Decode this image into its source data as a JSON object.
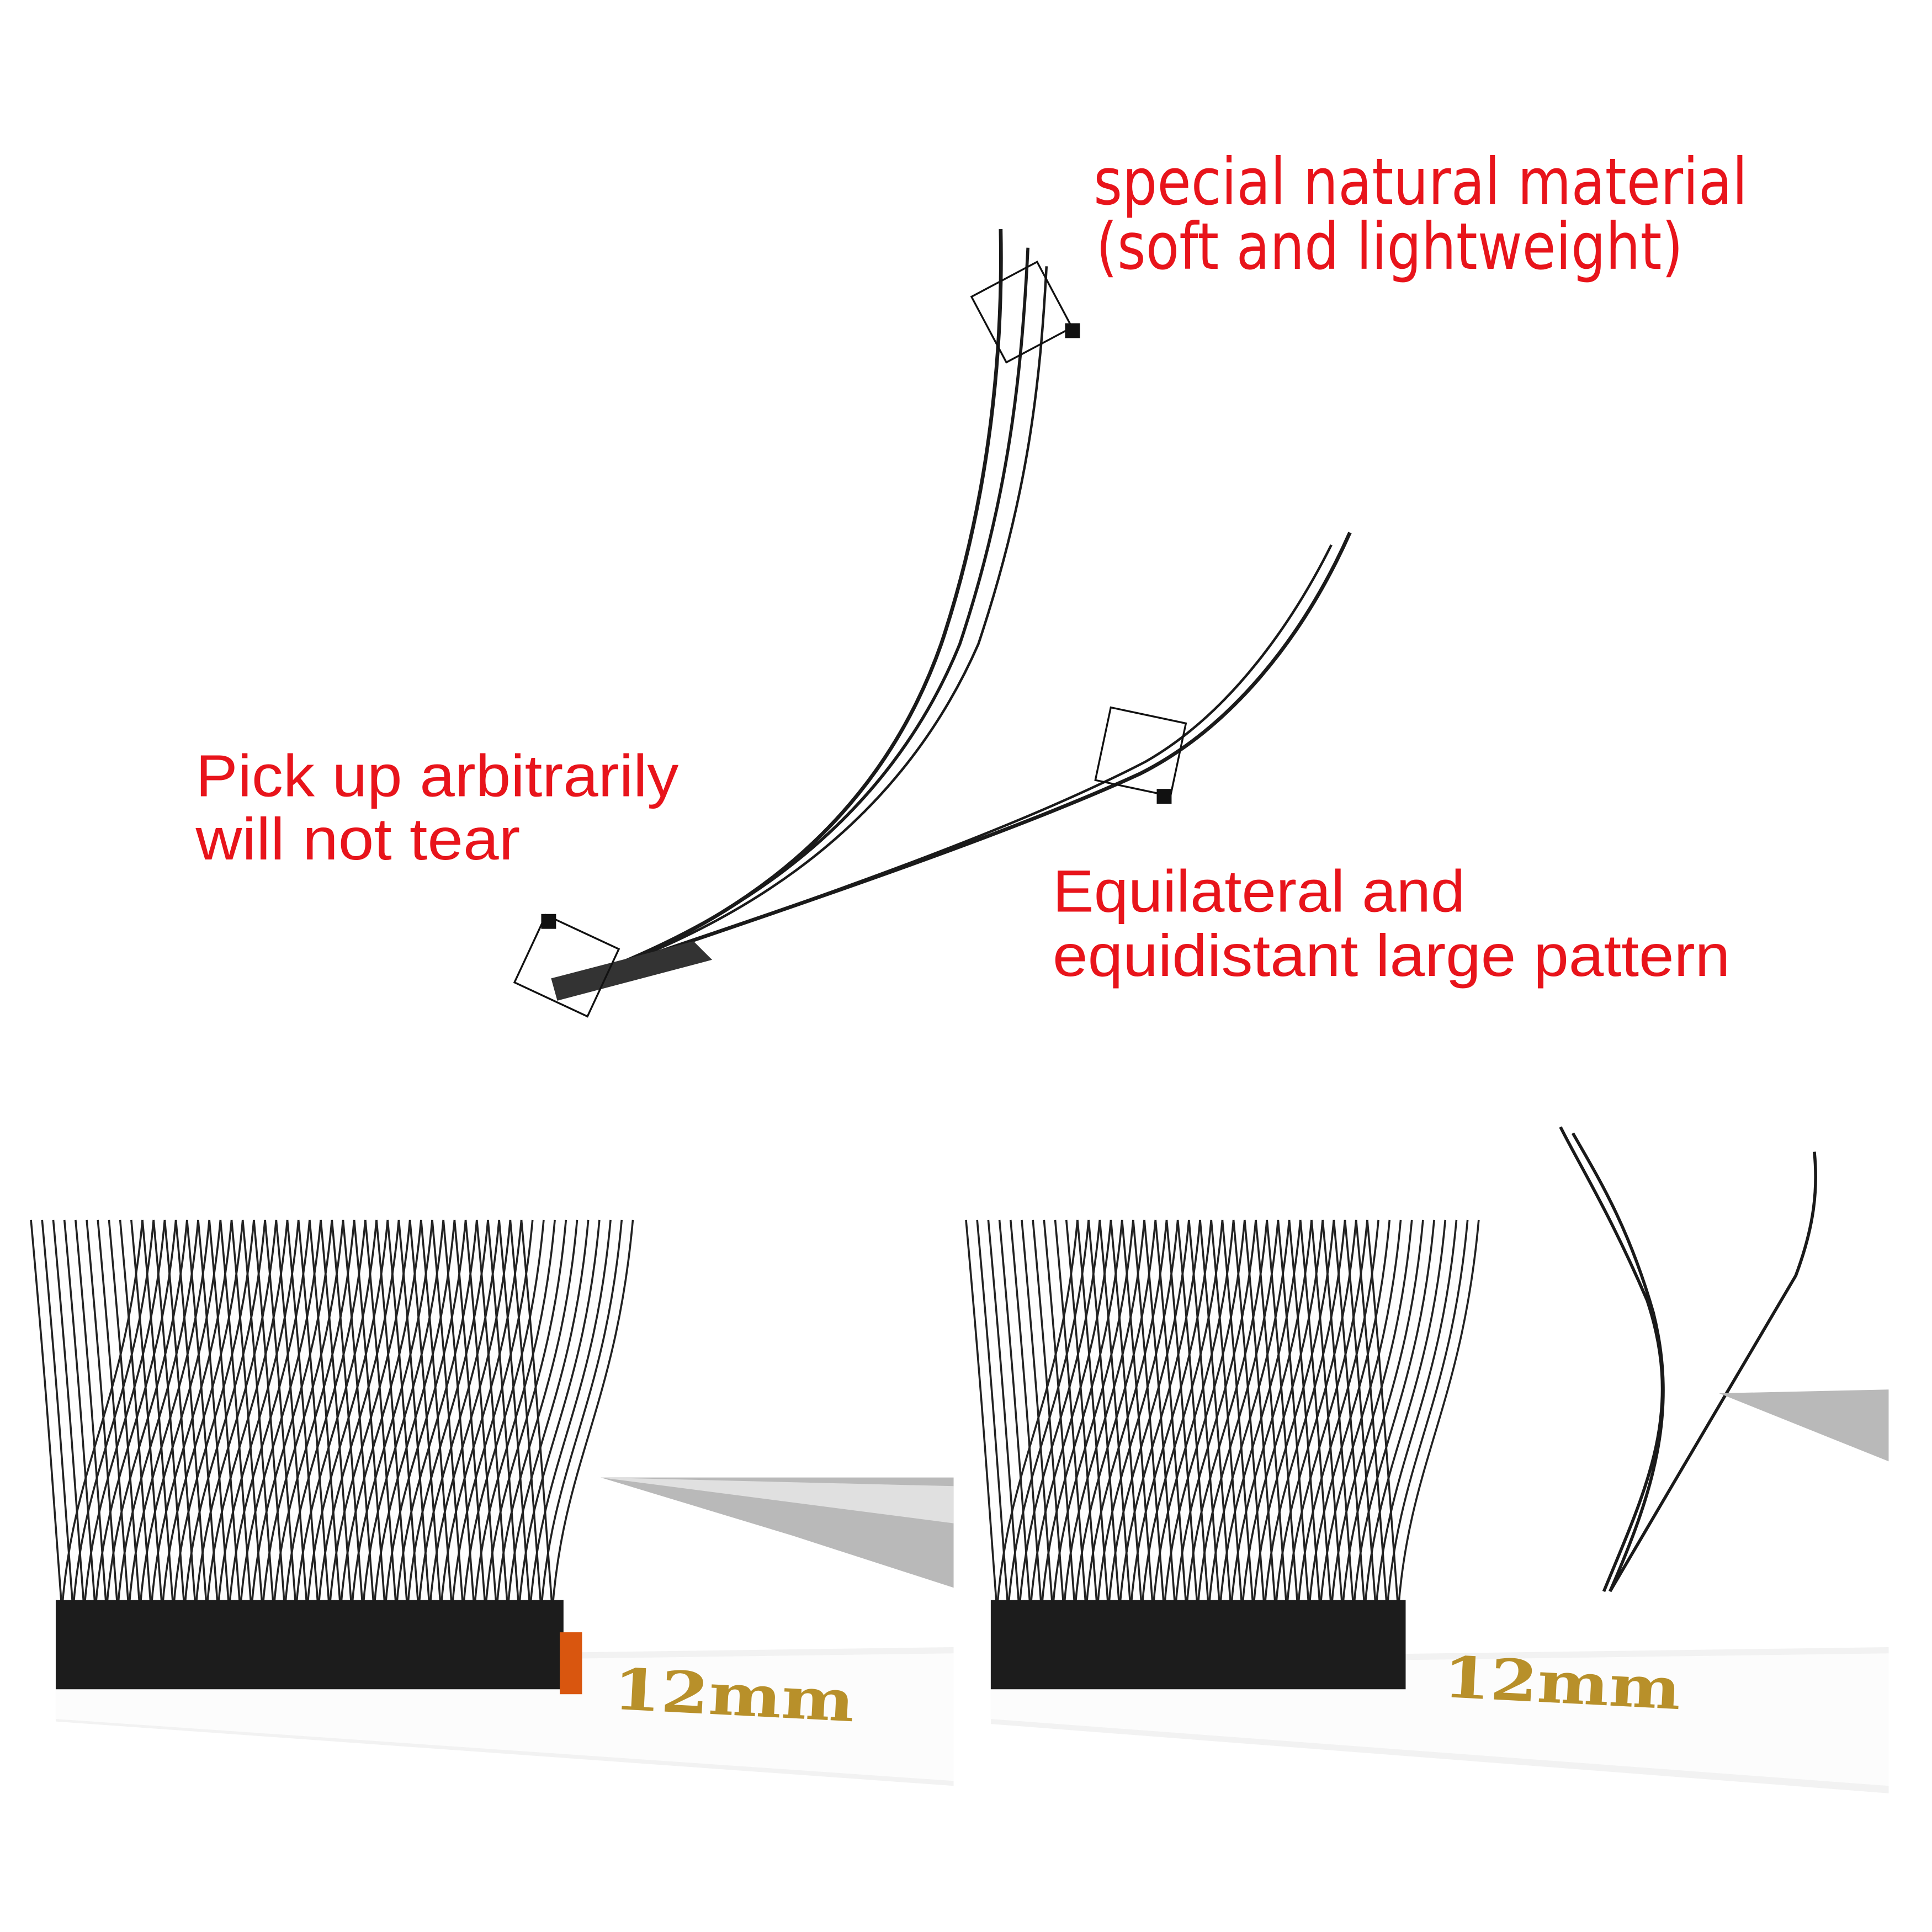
{
  "captions": {
    "material_line1": "special natural material",
    "material_line2": "(soft and lightweight)",
    "pickup_line1": "Pick up arbitrarily",
    "pickup_line2": "will not tear",
    "pattern_line1": "Equilateral and",
    "pattern_line2": "equidistant large pattern"
  },
  "labels": {
    "left_length": "12mm",
    "right_length": "12mm"
  },
  "colors": {
    "caption": "#e8141b",
    "gold": "#b8902a",
    "lash": "#1a1a1a",
    "strip_end": "#d9560f"
  }
}
